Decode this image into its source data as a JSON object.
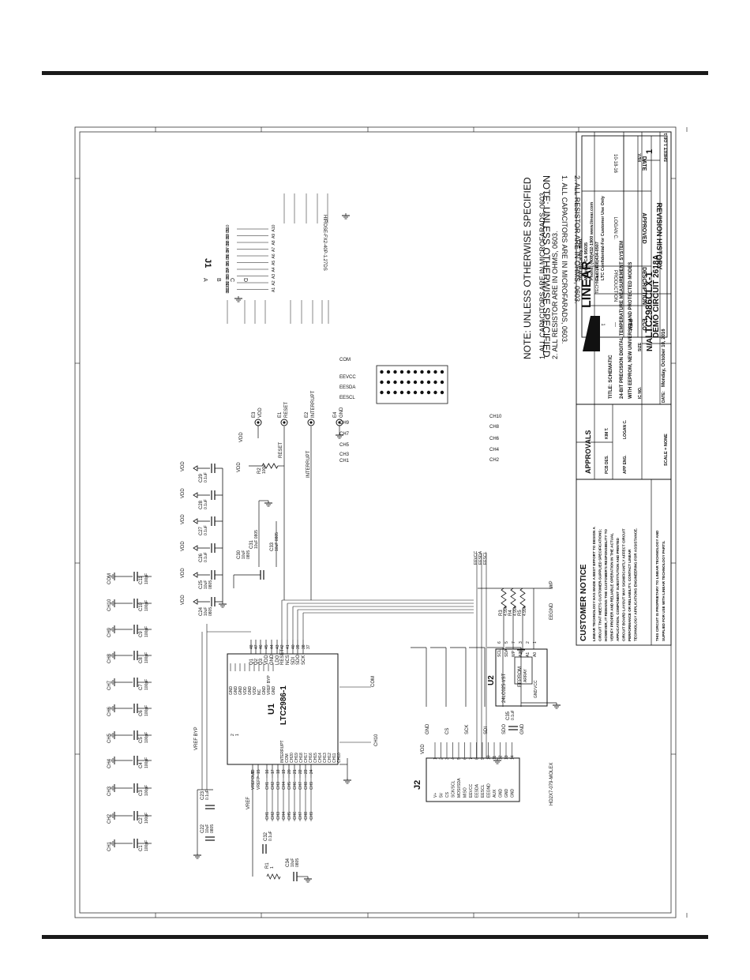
{
  "revision_history": {
    "title": "REVISION HISTORY",
    "headers": [
      "ECO",
      "REV",
      "DESCRIPTION",
      "APPROVED",
      "DATE"
    ],
    "row": [
      "—",
      "1",
      "PRODUCTION",
      "LOGAN C.",
      "10-18-16"
    ]
  },
  "connector_j1": {
    "ref": "J1",
    "part": "HIROSE-FX2-40P-1.27DS",
    "columns": [
      "A",
      "B",
      "C",
      "D"
    ],
    "left_signals": [
      "COM",
      "EEVCC",
      "EESDA",
      "EESCL",
      "CH9",
      "CH7",
      "CH5",
      "CH3",
      "CH1"
    ],
    "right_signals": [
      "CH10",
      "CH8",
      "CH6",
      "CH4",
      "CH2"
    ]
  },
  "notes": {
    "title": "NOTE: UNLESS OTHERWISE SPECIFIED",
    "line1": "1. ALL CAPACITORS ARE IN MICROFARADS, 0603.",
    "line2": "2. ALL RESISTOR ARE IN OHMS, 0603."
  },
  "title_block": {
    "company_addr": [
      "1630 McCarthy Blvd.",
      "Milpitas, CA 95035",
      "Phone: (408)432-1900  www.linear.com",
      "Fax: (408)434-0507",
      "LTC Confidential-For Customer Use Only"
    ],
    "logo_word": "LINEAR",
    "logo_sub": "TECHNOLOGY",
    "title_label": "TITLE: SCHEMATIC",
    "title_line1": "24-BIT PRECISION DIGITAL TEMPERATURE MEASUREMENT SYSTEM",
    "title_line2": "WITH EEPROM, NEW UNIVERSAL AND PROTECTED MODES",
    "ic_no_label": "IC NO.",
    "ic_no": "LTC2986CLX-1",
    "demo": "DEMO CIRCUIT 2618A",
    "rev_label": "REV.",
    "rev": "1",
    "size_label": "SIZE",
    "size": "N/A",
    "date_label": "DATE:",
    "date": "Monday, October 10, 2016",
    "sheet": "SHEET  1   OF  1",
    "scale": "SCALE = NONE"
  },
  "approvals": {
    "title": "APPROVALS",
    "rows": [
      [
        "PCB DES.",
        "KIM T."
      ],
      [
        "APP ENG.",
        "LOGAN C."
      ]
    ]
  },
  "customer_notice": {
    "title": "CUSTOMER NOTICE",
    "lines": [
      "LINEAR TECHNOLOGY HAS MADE A BEST EFFORT TO DESIGN A",
      "CIRCUIT THAT MEETS CUSTOMER-SUPPLIED SPECIFICATIONS;",
      "HOWEVER, IT REMAINS THE CUSTOMER'S RESPONSIBILITY TO",
      "VERIFY PROPER AND RELIABLE OPERATION IN THE ACTUAL",
      "APPLICATION. COMPONENT SUBSTITUTION AND PRINTED",
      "CIRCUIT BOARD LAYOUT MAY SIGNIFICANTLY AFFECT CIRCUIT",
      "PERFORMANCE OR RELIABILITY. CONTACT LINEAR",
      "TECHNOLOGY APPLICATIONS ENGINEERING FOR ASSISTANCE."
    ],
    "footer1": "THIS CIRCUIT IS PROPRIETARY TO LINEAR TECHNOLOGY AND",
    "footer2": "SUPPLIED FOR USE WITH LINEAR TECHNOLOGY PARTS."
  },
  "u1": {
    "ref": "U1",
    "part": "LTC2986-1",
    "top_pins": [
      "Q1",
      "Q2",
      "Q3",
      "VDD",
      "GND",
      "LDO",
      "RESET",
      "NCS",
      "SDI",
      "SDO",
      "SCK"
    ],
    "top_nums": [
      "48",
      "47",
      "46",
      "45",
      "44",
      "43",
      "42",
      "41",
      "40",
      "39",
      "38",
      "37"
    ],
    "left_pins": [
      "GND",
      "GND",
      "GND",
      "VDD",
      "GND",
      "VDD",
      "NC",
      "GND",
      "VREF BYP",
      "GND"
    ],
    "left_nums": [
      "2",
      "1"
    ],
    "right_pins": [
      "INTERRUPT",
      "COM",
      "CH20",
      "CH19",
      "CH18",
      "CH17",
      "CH16",
      "CH15",
      "CH14",
      "CH13",
      "CH12",
      "CH11",
      "CH10"
    ],
    "bottom_pins": [
      "VREFOUT",
      "VREFP",
      "CH1",
      "CH2",
      "CH3",
      "CH4",
      "CH5",
      "CH6",
      "CH7",
      "CH8",
      "CH9"
    ],
    "bottom_nums": [
      "13",
      "15",
      "16",
      "17",
      "18",
      "19",
      "20",
      "21",
      "22",
      "23",
      "24"
    ]
  },
  "u2": {
    "ref": "U2",
    "part": "24LC025-I/ST",
    "inner": [
      "EEPROM",
      "ARRAY"
    ],
    "pins": [
      "SCL",
      "SDA",
      "WP",
      "A2",
      "A1",
      "A0"
    ],
    "pin_nums": [
      "6",
      "5",
      "7",
      "3",
      "2",
      "1"
    ],
    "bottom_pins": [
      "GND",
      "VCC"
    ],
    "bottom_nums": [
      "4",
      "8"
    ]
  },
  "j2": {
    "ref": "J2",
    "part": "HD2X7-079-MOLEX",
    "pins": [
      "V+",
      "5V",
      "CS",
      "SCK/SCL",
      "MOSI/SDA",
      "MISO",
      "EEVCC",
      "EESDA",
      "EESCL",
      "EEGND",
      "AUX",
      "GND",
      "GND",
      "GND"
    ],
    "nums": [
      "1",
      "2",
      "3",
      "4",
      "5",
      "6",
      "7",
      "8",
      "9",
      "10",
      "11",
      "12",
      "13",
      "14"
    ]
  },
  "top_capacitors": [
    {
      "ref": "C1",
      "val": "100pF",
      "net": "CH1"
    },
    {
      "ref": "C2",
      "val": "100pF",
      "net": "CH2"
    },
    {
      "ref": "C3",
      "val": "100pF",
      "net": "CH3"
    },
    {
      "ref": "C4",
      "val": "100pF",
      "net": "CH4"
    },
    {
      "ref": "C5",
      "val": "100pF",
      "net": "CH5"
    },
    {
      "ref": "C6",
      "val": "100pF",
      "net": "CH6"
    },
    {
      "ref": "C7",
      "val": "100pF",
      "net": "CH7"
    },
    {
      "ref": "C8",
      "val": "100pF",
      "net": "CH8"
    },
    {
      "ref": "C9",
      "val": "100pF",
      "net": "CH9"
    },
    {
      "ref": "C10",
      "val": "100pF",
      "net": "CH10"
    },
    {
      "ref": "C11",
      "val": "100pF",
      "net": "COM"
    }
  ],
  "vdd_caps": [
    {
      "ref": "C24",
      "v1": "10uF",
      "v2": "0805"
    },
    {
      "ref": "C25",
      "v1": "10uF",
      "v2": "0805"
    },
    {
      "ref": "C26",
      "v1": "0.1uF",
      "v2": ""
    },
    {
      "ref": "C27",
      "v1": "0.1uF",
      "v2": ""
    },
    {
      "ref": "C28",
      "v1": "0.1uF",
      "v2": ""
    },
    {
      "ref": "C29",
      "v1": "0.1uF",
      "v2": ""
    }
  ],
  "misc_parts": {
    "c30": [
      "C30",
      "10uF",
      "0805"
    ],
    "c31": [
      "C31",
      "10uF 0805"
    ],
    "c33": [
      "C33",
      "10uF 0805"
    ],
    "r2": [
      "R2",
      "100k"
    ],
    "c23": [
      "C23",
      "0.1uF"
    ],
    "c22": [
      "C22",
      "10uF",
      "0805"
    ],
    "c32": [
      "C32",
      "0.1uF"
    ],
    "c34": [
      "C34",
      "10uF",
      "0805"
    ],
    "r1": [
      "R1",
      "1"
    ],
    "c35": [
      "C35",
      "0.1uF"
    ],
    "r3": [
      "R3",
      "4.99k"
    ],
    "r4": [
      "R4",
      "4.99k"
    ],
    "r5": [
      "R5",
      "4.99k"
    ]
  },
  "testpoints": [
    {
      "ref": "E3",
      "net": "VDD"
    },
    {
      "ref": "E1",
      "net": "RESET"
    },
    {
      "ref": "E2",
      "net": "INTERRUPT"
    },
    {
      "ref": "E4",
      "net": "GND"
    }
  ],
  "nets": {
    "vdd": "VDD",
    "gnd": "GND",
    "reset": "RESET",
    "interrupt": "INTERRUPT",
    "vref": "VREF",
    "vref_byp": "VREF BYP",
    "wp": "WP",
    "eegnd": "EEGND",
    "ee_bus": [
      "EEVCC",
      "EESDA",
      "EESCL"
    ],
    "com": "COM",
    "ch10": "CH10",
    "j2_top": [
      "GND",
      "CS",
      "SCK",
      "SDI",
      "SDO",
      "GND"
    ],
    "j2_vdd": "VDD",
    "u1_right_label": "CH10"
  }
}
